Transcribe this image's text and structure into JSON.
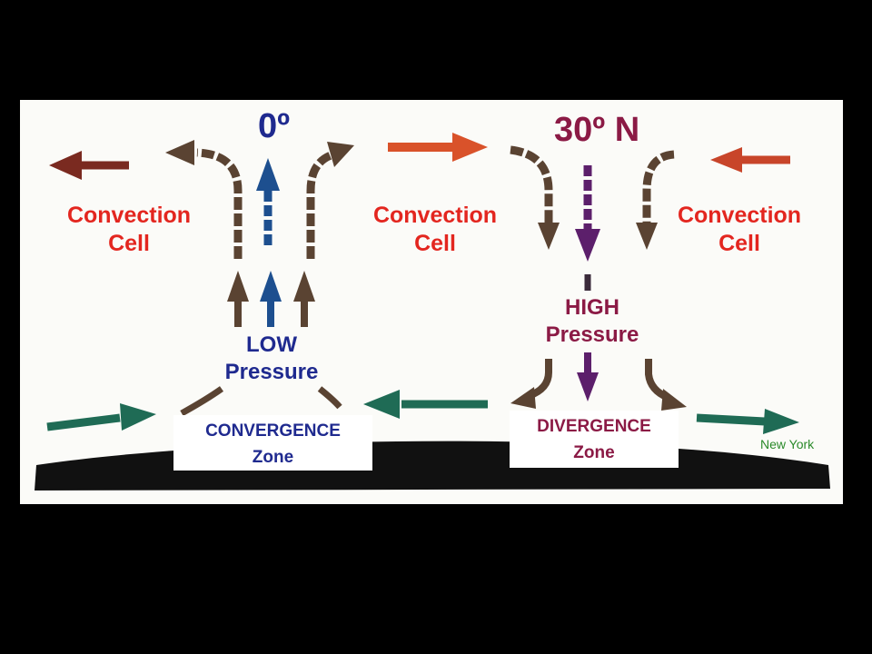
{
  "colors": {
    "background": "#000000",
    "panel": "#fbfbf8",
    "equator_label": "#1f2a8f",
    "latitude_label": "#8b1a45",
    "convection_label": "#e3261f",
    "zone_text": "#1f2a8f",
    "place_label": "#2a8a2a",
    "rising_arrow": "#1d4f8f",
    "sinking_arrow": "#5c1f6b",
    "brown_arrow": "#5a4332",
    "orange_arrow": "#d9522a",
    "green_arrow": "#1f6b55",
    "ground": "#111111"
  },
  "labels": {
    "equator": "0º",
    "latitude_30": "30º N",
    "cell_left": [
      "Convection",
      "Cell"
    ],
    "cell_mid": [
      "Convection",
      "Cell"
    ],
    "cell_right": [
      "Convection",
      "Cell"
    ],
    "low_pressure": [
      "LOW",
      "Pressure"
    ],
    "high_pressure": [
      "HIGH",
      "Pressure"
    ],
    "convergence": [
      "CONVERGENCE",
      "Zone"
    ],
    "divergence": [
      "DIVERGENCE",
      "Zone"
    ],
    "place": "New York"
  }
}
